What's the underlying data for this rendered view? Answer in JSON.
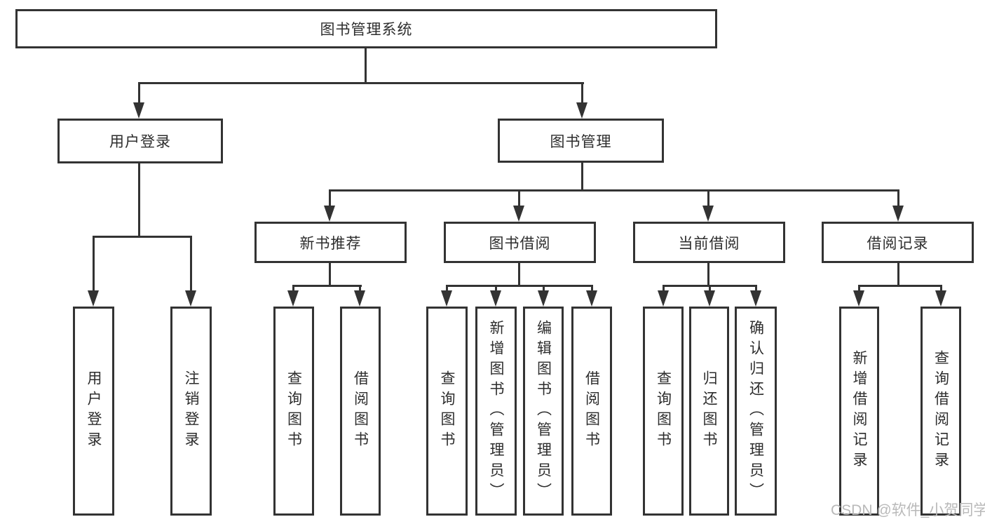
{
  "diagram_title": "图书管理系统",
  "colors": {
    "line": "#333333",
    "box_border": "#333333",
    "text": "#2d2d2d",
    "watermark": "#b9b9b9",
    "background": "#ffffff"
  },
  "watermark": {
    "text": "CSDN @软件_小贺同学"
  },
  "tree": {
    "root": {
      "label": "图书管理系统",
      "children": [
        {
          "label": "用户登录",
          "children": [
            {
              "label": "用户登录"
            },
            {
              "label": "注销登录"
            }
          ]
        },
        {
          "label": "图书管理",
          "children": [
            {
              "label": "新书推荐",
              "children": [
                {
                  "label": "查询图书"
                },
                {
                  "label": "借阅图书"
                }
              ]
            },
            {
              "label": "图书借阅",
              "children": [
                {
                  "label": "查询图书"
                },
                {
                  "label": "新增图书（管理员）"
                },
                {
                  "label": "编辑图书（管理员）"
                },
                {
                  "label": "借阅图书"
                }
              ]
            },
            {
              "label": "当前借阅",
              "children": [
                {
                  "label": "查询图书"
                },
                {
                  "label": "归还图书"
                },
                {
                  "label": "确认归还（管理员）"
                }
              ]
            },
            {
              "label": "借阅记录",
              "children": [
                {
                  "label": "新增借阅记录"
                },
                {
                  "label": "查询借阅记录"
                }
              ]
            }
          ]
        }
      ]
    }
  }
}
